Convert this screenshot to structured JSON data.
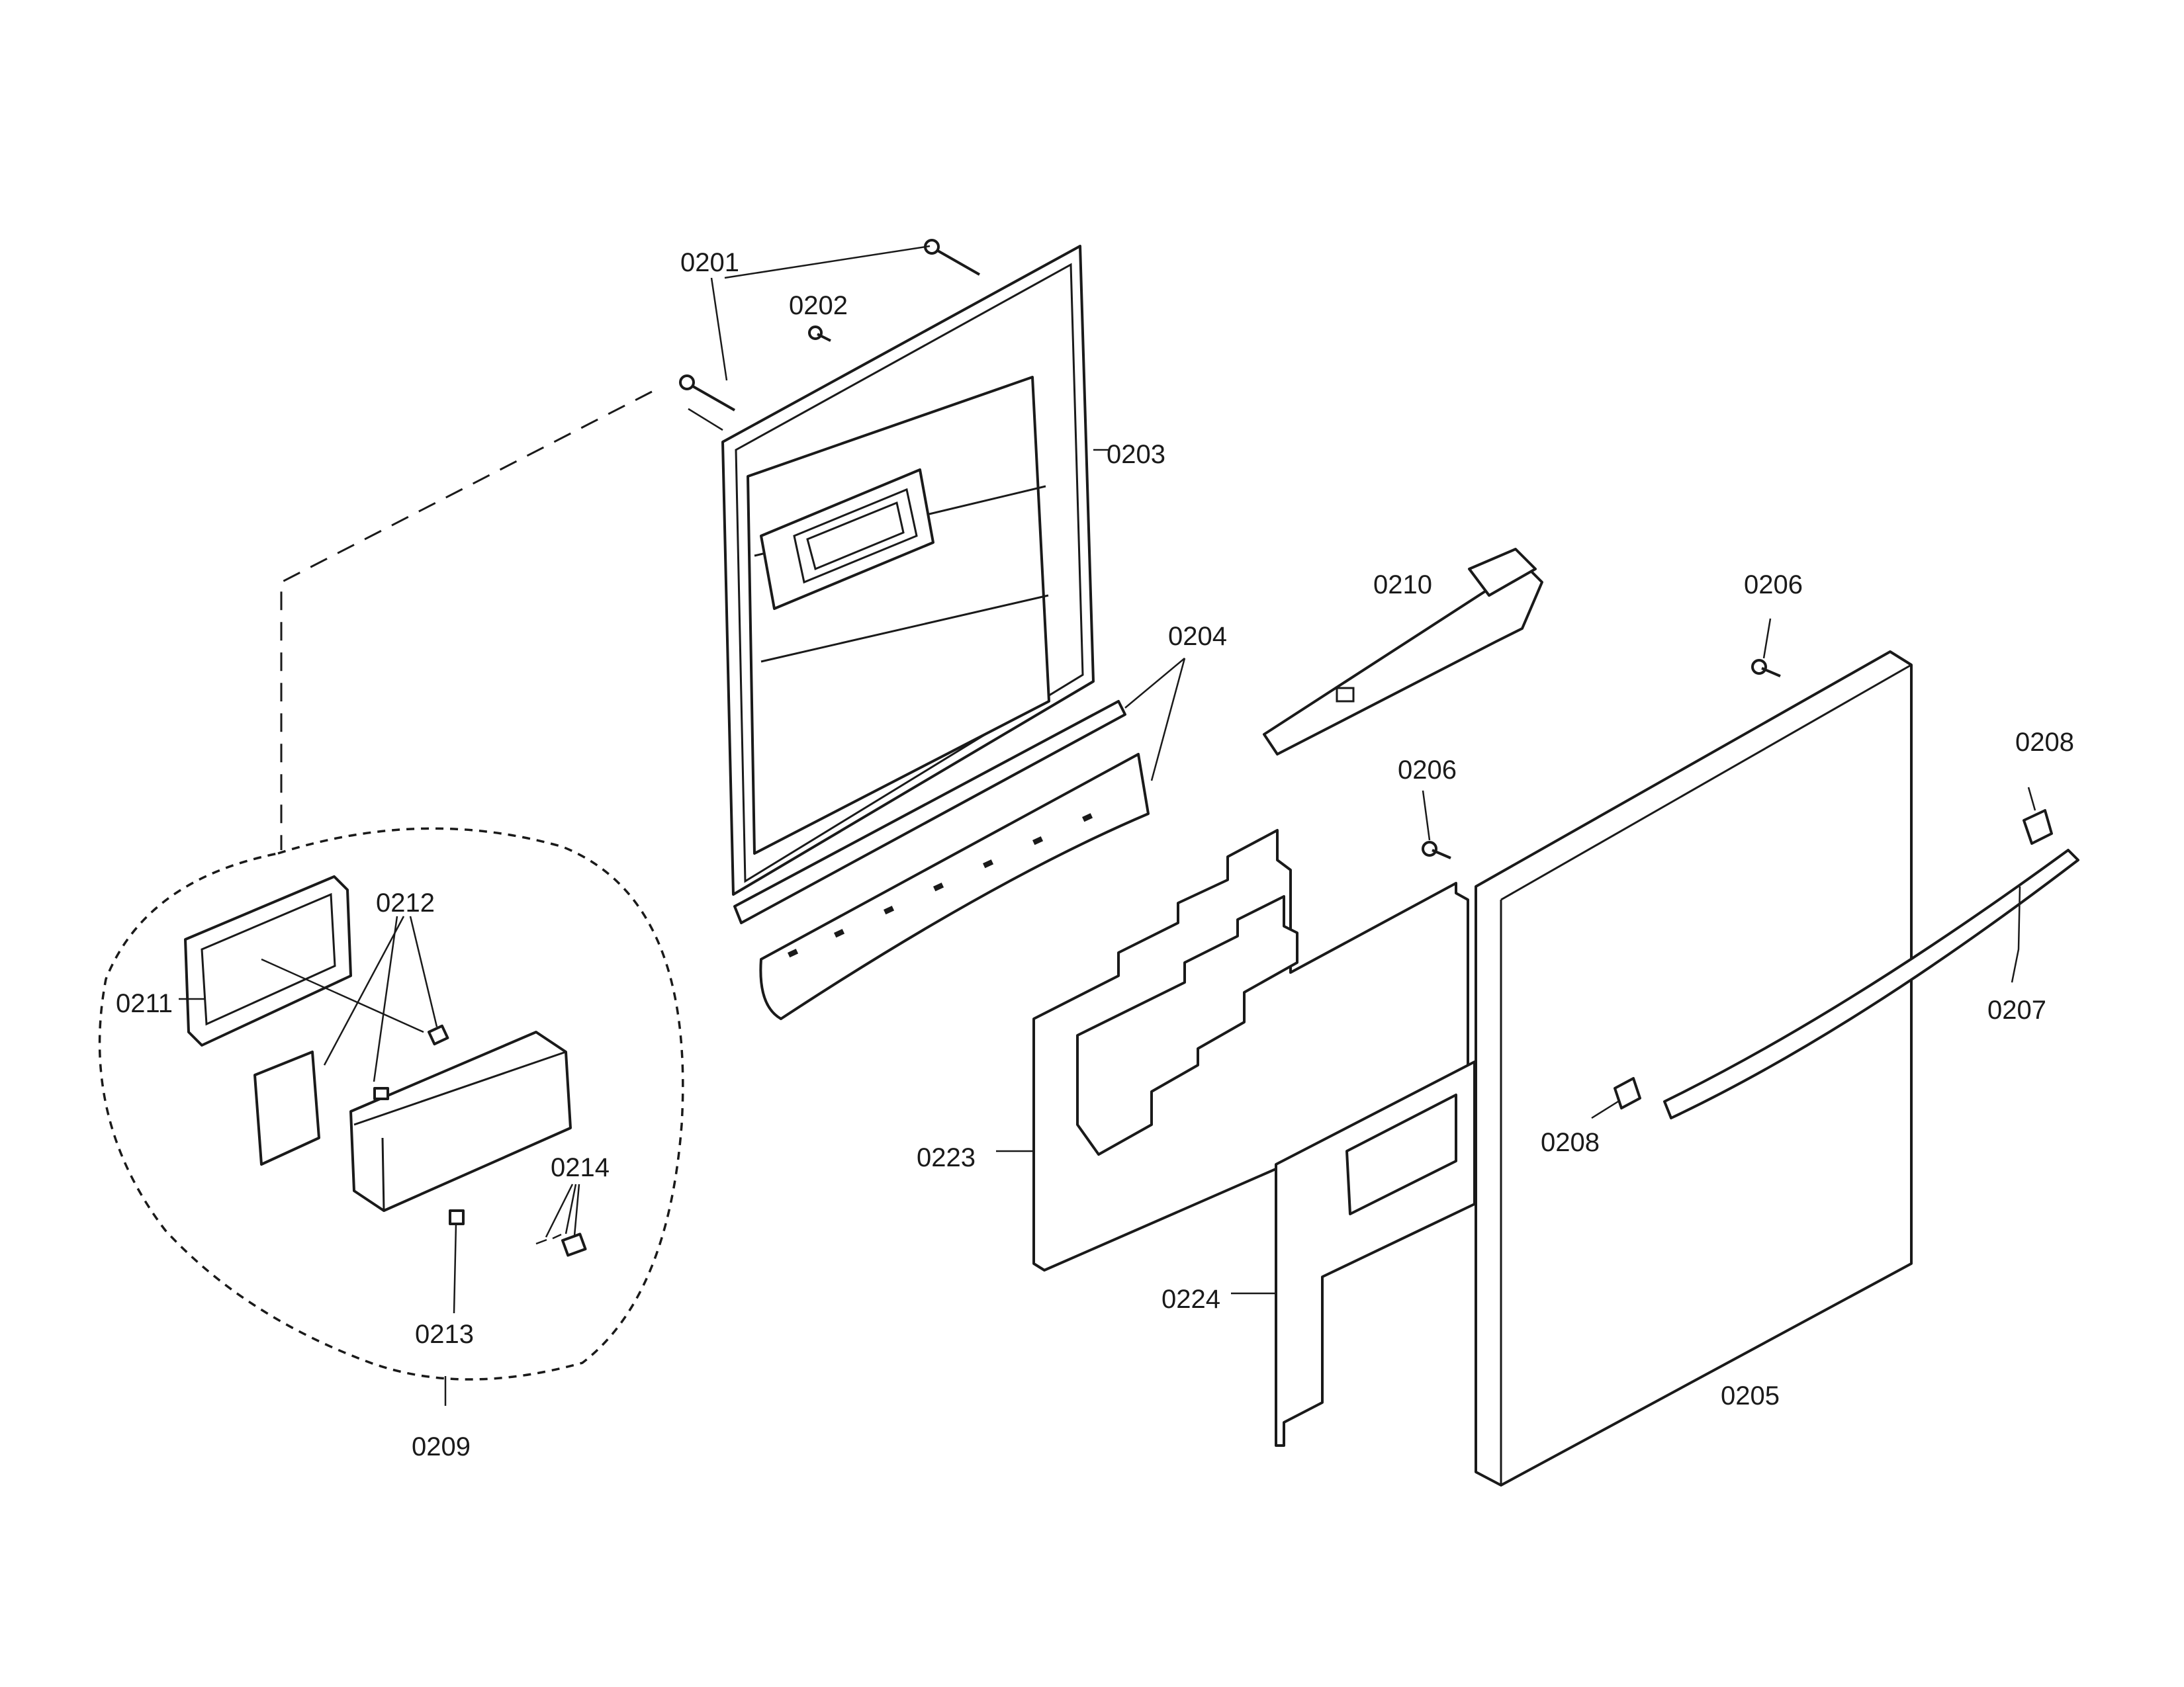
{
  "labels": {
    "p0201": "0201",
    "p0202": "0202",
    "p0203": "0203",
    "p0204": "0204",
    "p0205": "0205",
    "p0206a": "0206",
    "p0206b": "0206",
    "p0207": "0207",
    "p0208a": "0208",
    "p0208b": "0208",
    "p0209": "0209",
    "p0210": "0210",
    "p0211": "0211",
    "p0212": "0212",
    "p0213": "0213",
    "p0214": "0214",
    "p0223": "0223",
    "p0224": "0224"
  }
}
